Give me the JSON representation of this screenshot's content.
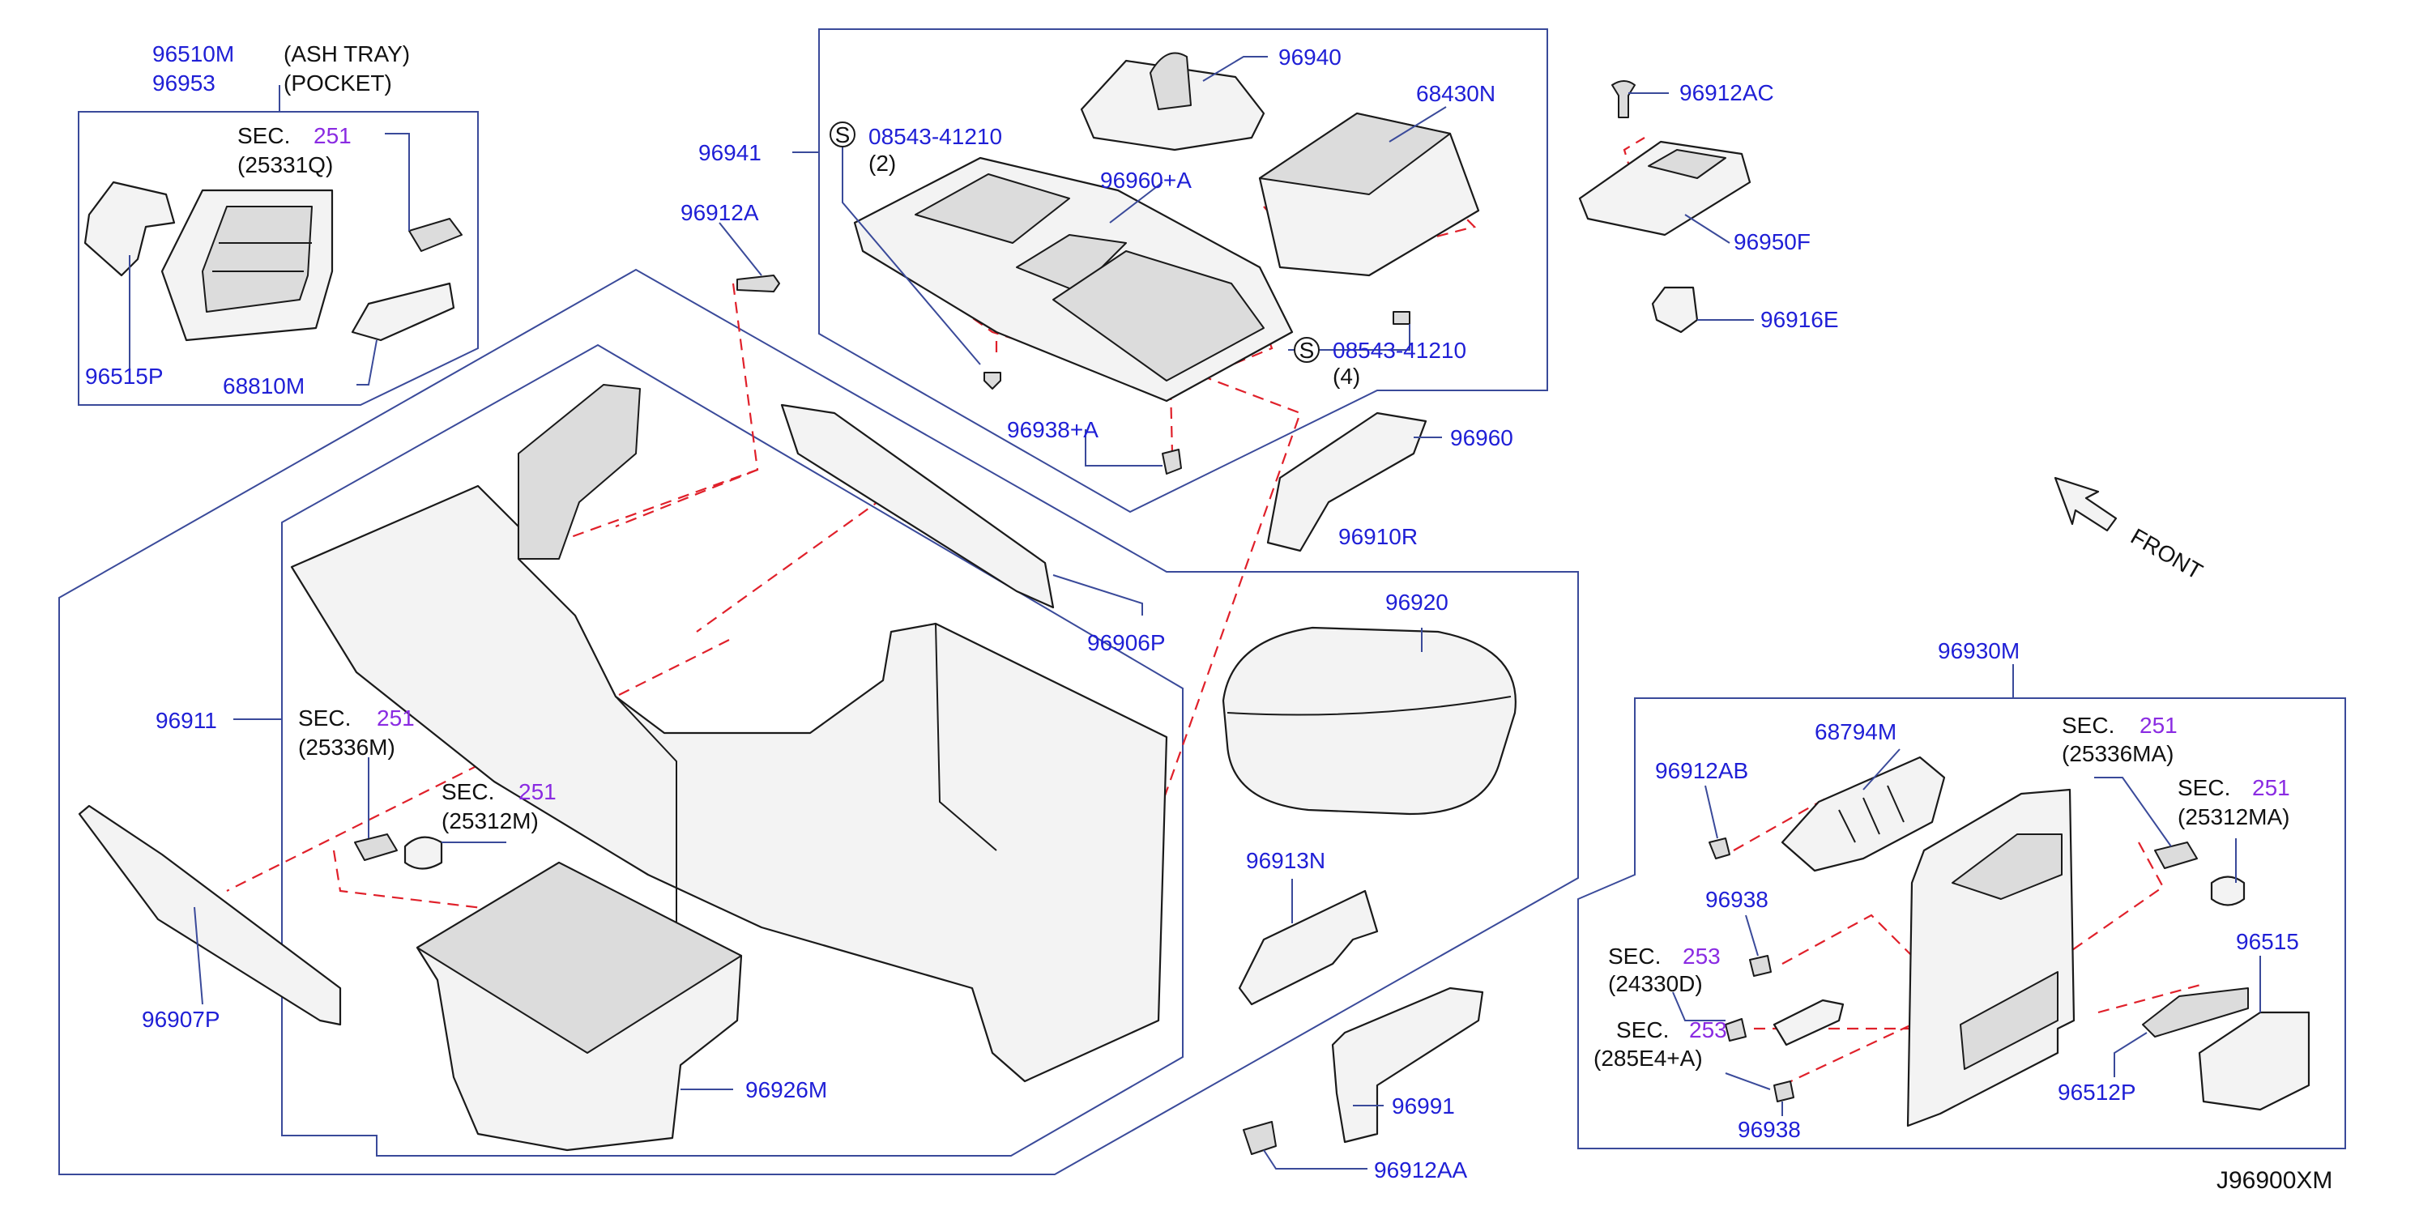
{
  "diagram_code": "J96900XM",
  "colors": {
    "part_number": "#1f1fd6",
    "section_number": "#8a2be2",
    "dashed_line": "#e0202a",
    "frame": "#3a4a9a"
  },
  "labels": {
    "p96510M": "96510M",
    "p96953": "96953",
    "ash_tray": "(ASH   TRAY)",
    "pocket": "(POCKET)",
    "sec_word": "SEC.",
    "sec251": "251",
    "sec253": "253",
    "ref25331Q": "(25331Q)",
    "p96515P": "96515P",
    "p68810M": "68810M",
    "p96941": "96941",
    "p08543_41210": "08543-41210",
    "qty2": "(2)",
    "qty4": "(4)",
    "s_mark": "S",
    "p96940": "96940",
    "p96960A": "96960+A",
    "p68430N": "68430N",
    "p96938A": "96938+A",
    "p96912AC": "96912AC",
    "p96950F": "96950F",
    "p96916E": "96916E",
    "p96912A": "96912A",
    "p96960": "96960",
    "p96910R": "96910R",
    "p96920": "96920",
    "p96906P": "96906P",
    "p96911": "96911",
    "ref25336M": "(25336M)",
    "ref25312M": "(25312M)",
    "p96907P": "96907P",
    "p96926M": "96926M",
    "p96913N": "96913N",
    "p96991": "96991",
    "p96912AA": "96912AA",
    "front": "FRONT",
    "p96930M": "96930M",
    "p68794M": "68794M",
    "p96912AB": "96912AB",
    "ref25336MA": "(25336MA)",
    "ref25312MA": "(25312MA)",
    "p96938": "96938",
    "ref24330D": "(24330D)",
    "ref285E4A": "(285E4+A)",
    "p96515": "96515",
    "p96512P": "96512P"
  }
}
